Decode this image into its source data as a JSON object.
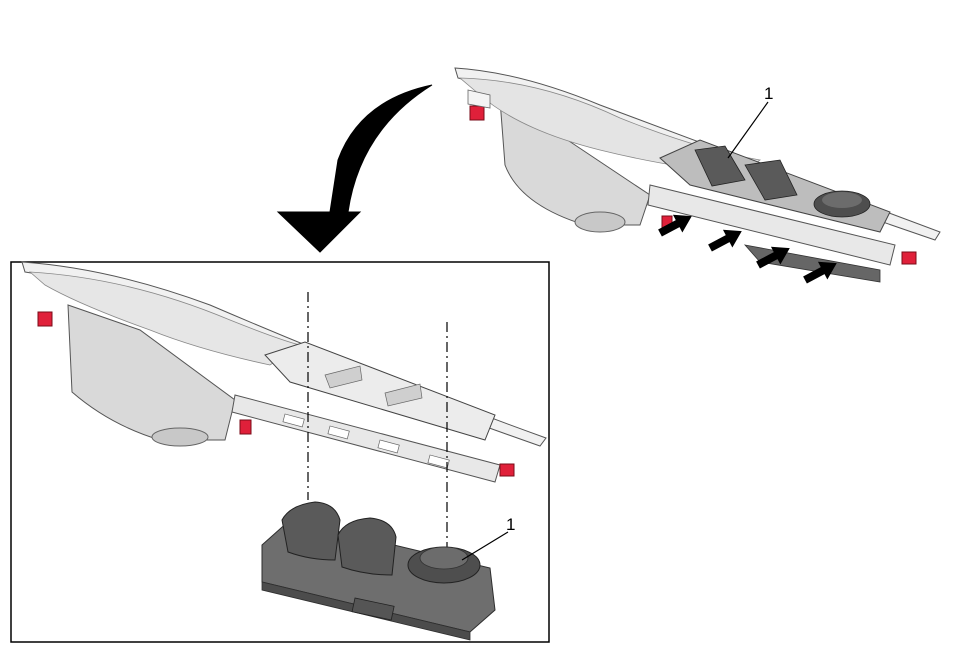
{
  "figure": {
    "callouts": {
      "top_part": "1",
      "detail_part": "1"
    },
    "arrows": {
      "transition_direction": "down-left",
      "release_tabs_count": 4
    },
    "colors": {
      "line": "#000000",
      "panel_light": "#f1f1f1",
      "panel_mid": "#d7d7d7",
      "panel_shadow": "#bcbcbc",
      "switch_dark": "#6e6e6e",
      "switch_darker": "#4c4c4c",
      "clip_red": "#e0203a",
      "frame": "#000000"
    },
    "icons": {
      "transition_arrow": "curved-arrow-icon",
      "tab_arrow": "push-arrow-icon"
    }
  }
}
